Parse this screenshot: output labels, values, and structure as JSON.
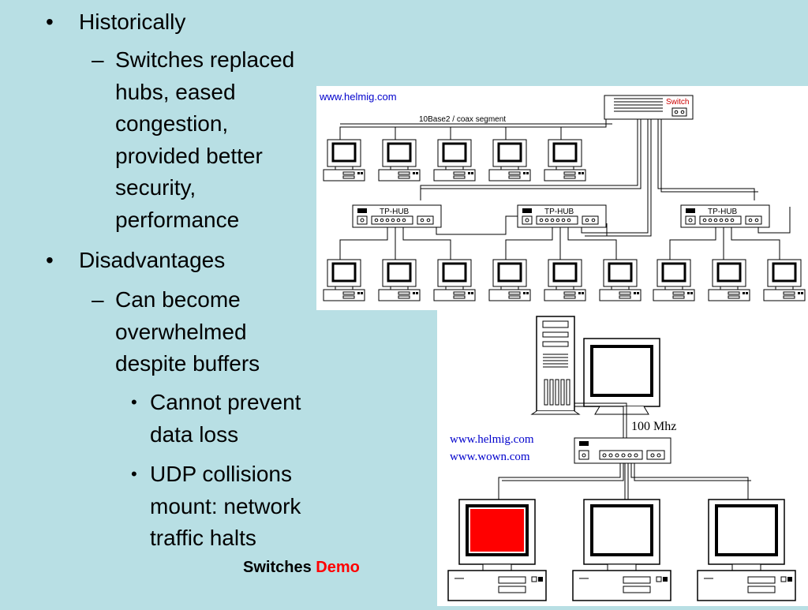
{
  "slide": {
    "bullets": [
      {
        "text": "Historically",
        "sub": [
          {
            "lines": [
              "Switches replaced",
              "hubs, eased",
              "congestion,",
              "provided better",
              "security,",
              "performance"
            ]
          }
        ]
      },
      {
        "text": "Disadvantages",
        "sub": [
          {
            "lines": [
              "Can become",
              "overwhelmed",
              "despite buffers"
            ],
            "sub": [
              {
                "lines": [
                  "Cannot prevent",
                  "data loss"
                ]
              },
              {
                "lines": [
                  "UDP collisions",
                  "mount: network",
                  "traffic halts"
                ]
              }
            ]
          }
        ]
      }
    ],
    "bullet_glyph": "•",
    "dash_glyph": "–",
    "caption": {
      "prefix": "Switches ",
      "emphasis": "Demo",
      "emphasis_color": "#ff0000"
    }
  },
  "diagram_top": {
    "source": "www.helmig.com",
    "segment_label": "10Base2 / coax segment",
    "switch_label": "Switch",
    "hub_label": "TP-HUB",
    "source_color": "#0000cc",
    "switch_color": "#cc0000"
  },
  "diagram_bottom": {
    "speed_label": "100 Mhz",
    "sources": [
      "www.helmig.com",
      "www.wown.com"
    ],
    "source_color": "#0000cc",
    "highlight_color": "#ff0000"
  },
  "colors": {
    "background": "#b8dfe4",
    "text": "#000000"
  }
}
